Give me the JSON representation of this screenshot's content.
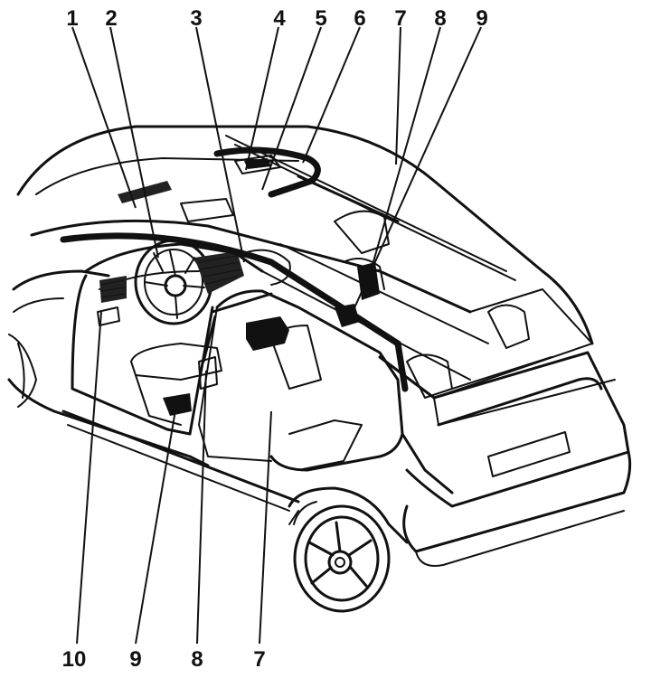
{
  "callouts": {
    "top": [
      {
        "id": "t1",
        "text": "1"
      },
      {
        "id": "t2",
        "text": "2"
      },
      {
        "id": "t3",
        "text": "3"
      },
      {
        "id": "t4",
        "text": "4"
      },
      {
        "id": "t5",
        "text": "5"
      },
      {
        "id": "t6",
        "text": "6"
      },
      {
        "id": "t7",
        "text": "7"
      },
      {
        "id": "t8",
        "text": "8"
      },
      {
        "id": "t9",
        "text": "9"
      }
    ],
    "bottom": [
      {
        "id": "b10",
        "text": "10"
      },
      {
        "id": "b9",
        "text": "9"
      },
      {
        "id": "b8",
        "text": "8"
      },
      {
        "id": "b7",
        "text": "7"
      }
    ]
  },
  "colors": {
    "ink": "#111111",
    "background": "#ffffff"
  }
}
